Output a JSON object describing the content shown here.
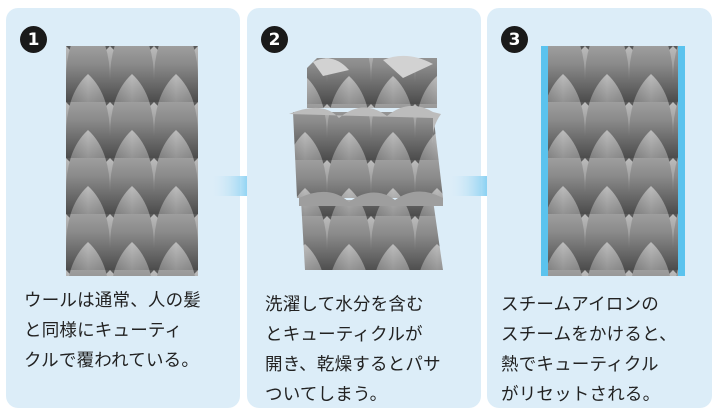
{
  "steps": [
    {
      "number": "1",
      "caption": [
        "ウールは通常、人の髪",
        "と同様にキューティ",
        "クルで覆われている。"
      ]
    },
    {
      "number": "2",
      "caption": [
        "洗濯して水分を含む",
        "とキューティクルが",
        "開き、乾燥するとパサ",
        "ついてしまう。"
      ]
    },
    {
      "number": "3",
      "caption": [
        "スチームアイロンの",
        "スチームをかけると、",
        "熱でキューティクル",
        "がリセットされる。"
      ]
    }
  ],
  "icons": [
    "step-arrow-icon",
    "step-arrow-icon"
  ],
  "colors": {
    "panel_bg": "#dcedf8",
    "scale_light": "#b6b6b6",
    "scale_dark": "#555555",
    "steam_blue": "#5bc3ee",
    "arrow_blue": "#39a9e0",
    "badge": "#1a1a1a"
  }
}
